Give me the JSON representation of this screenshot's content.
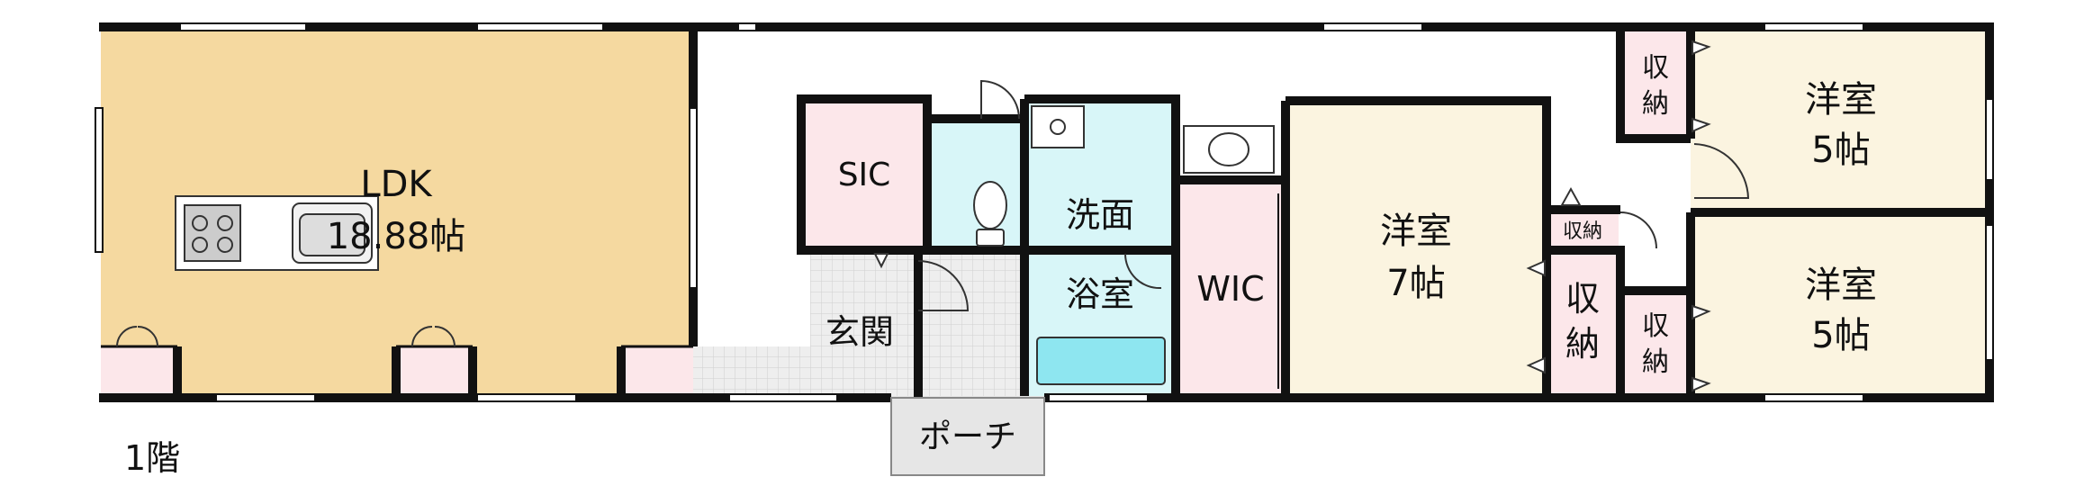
{
  "floor": {
    "level_label": "1階"
  },
  "rooms": {
    "ldk": {
      "name": "LDK",
      "size": "18.88帖"
    },
    "sic": {
      "name": "SIC"
    },
    "genkan": {
      "name": "玄関"
    },
    "senmen": {
      "name": "洗面"
    },
    "yokushitsu": {
      "name": "浴室"
    },
    "wic": {
      "name": "WIC"
    },
    "yoshitsu_7": {
      "name": "洋室",
      "size": "7帖"
    },
    "yoshitsu_5_upper": {
      "name": "洋室",
      "size": "5帖"
    },
    "yoshitsu_5_lower": {
      "name": "洋室",
      "size": "5帖"
    },
    "porch": {
      "name": "ポーチ"
    }
  },
  "storage": {
    "upper_line1": "収",
    "upper_line2": "納",
    "small": "収納",
    "big_line1": "収",
    "big_line2": "納",
    "lower_line1": "収",
    "lower_line2": "納"
  },
  "colors": {
    "wall": "#111111",
    "ldk_floor": "#f5d9a0",
    "bedroom_floor": "#fbf4e0",
    "pink": "#fce7ea",
    "water": "#d8f6f8",
    "tile": "#e6e6e6",
    "bath_tub": "#8ee6f0"
  }
}
